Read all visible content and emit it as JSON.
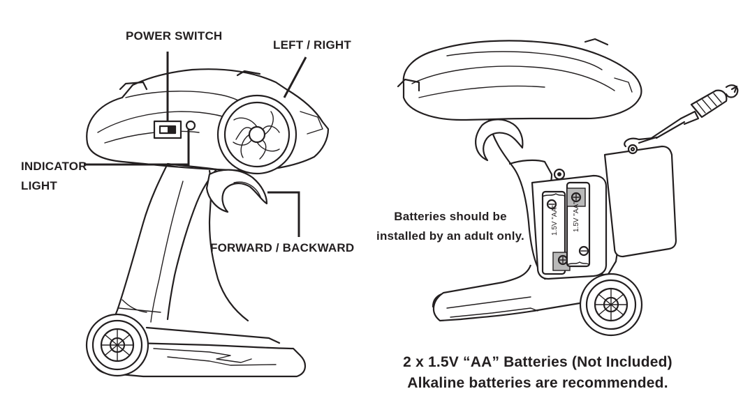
{
  "labels": {
    "power_switch": "POWER SWITCH",
    "left_right": "LEFT / RIGHT",
    "indicator_light_line1": "INDICATOR",
    "indicator_light_line2": "LIGHT",
    "forward_backward": "FORWARD / BACKWARD"
  },
  "battery_note": {
    "line1": "Batteries should be",
    "line2": "installed by an adult only."
  },
  "battery_cell_text": "1.5V \"AA\"",
  "footer": {
    "line1": "2 x 1.5V “AA” Batteries (Not Included)",
    "line2": "Alkaline batteries are recommended."
  }
}
